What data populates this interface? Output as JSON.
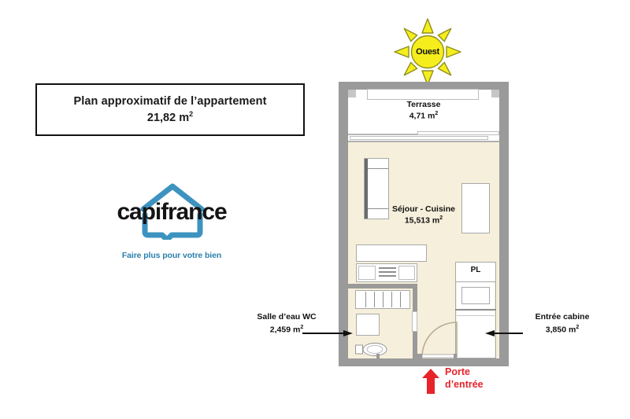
{
  "title_box": {
    "line1": "Plan approximatif de l’appartement",
    "line2_value": "21,82",
    "line2_unit": "m",
    "line2_exp": "2"
  },
  "logo": {
    "wordmark": "capifrance",
    "tagline": "Faire plus pour votre bien",
    "mark_name": "house-speech-bubble-icon",
    "brand_blue": "#2b7fad",
    "mark_blue": "#3d93bf"
  },
  "compass": {
    "direction_label": "Ouest",
    "sun_fill": "#f6ee1c",
    "sun_stroke": "#8f8f1e"
  },
  "plan": {
    "wall_color": "#9a9a9a",
    "floor_color": "#f6efdb",
    "rooms": [
      {
        "name": "Terrasse",
        "area_value": "4,71",
        "area_unit": "m",
        "area_exp": "2"
      },
      {
        "name": "Séjour - Cuisine",
        "area_value": "15,513",
        "area_unit": "m",
        "area_exp": "2"
      }
    ],
    "closet_label": "PL"
  },
  "annotations": {
    "left": {
      "name": "Salle d’eau WC",
      "area_value": "2,459",
      "area_unit": "m",
      "area_exp": "2"
    },
    "right": {
      "name": "Entrée cabine",
      "area_value": "3,850",
      "area_unit": "m",
      "area_exp": "2"
    },
    "entrance": {
      "line1": "Porte",
      "line2": "d’entrée",
      "color": "#e8232a"
    }
  }
}
